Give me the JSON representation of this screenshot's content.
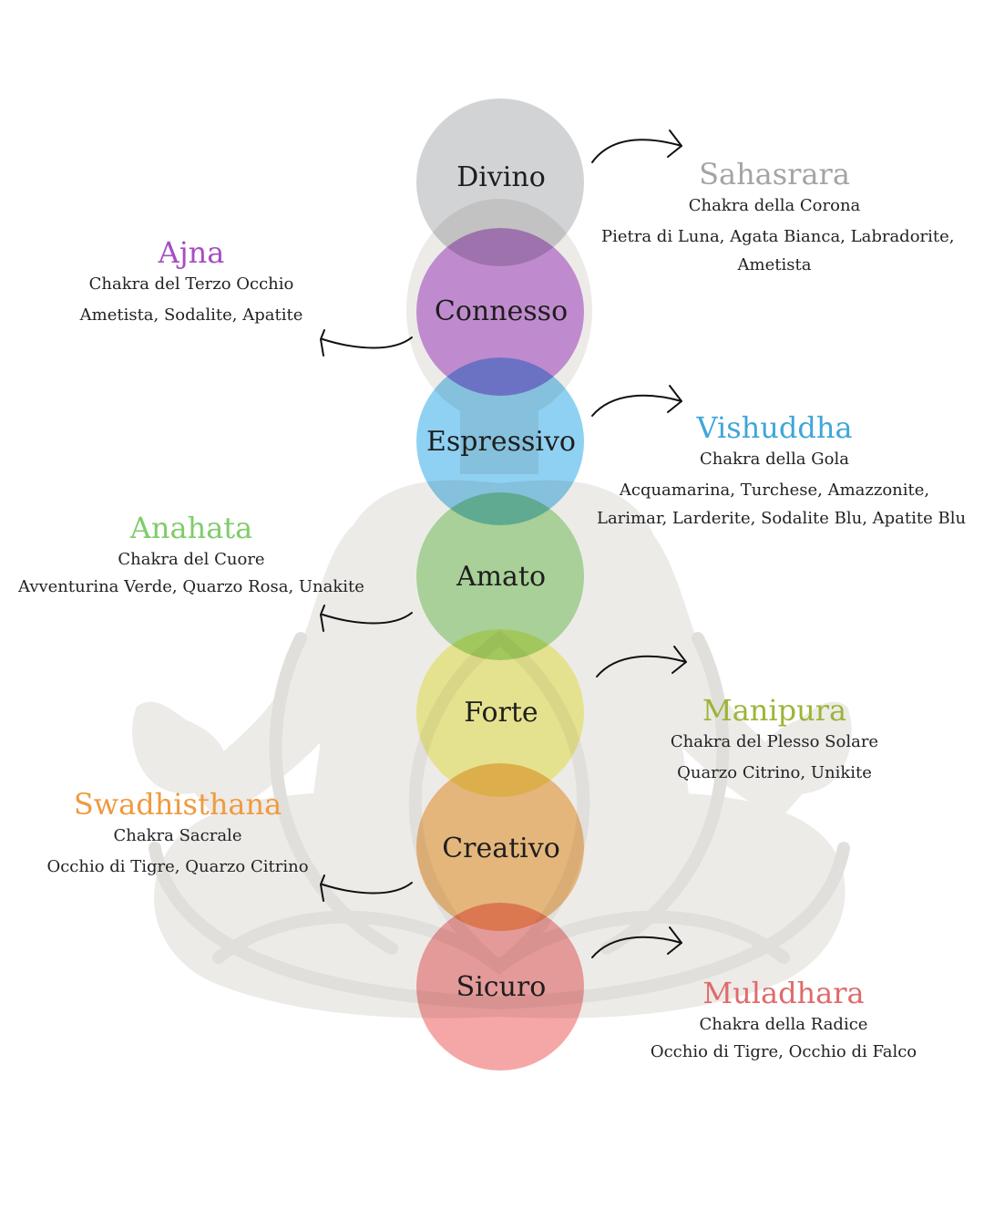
{
  "chakras": [
    {
      "label": "Divino",
      "name": "Sahasrara",
      "subtitle": "Chakra della Corona",
      "stones_line1": "Pietra di Luna, Agata Bianca, Labradorite,",
      "stones_line2": "Ametista",
      "color": "#d2d3d5",
      "title_color": "#a4a4a4"
    },
    {
      "label": "Connesso",
      "name": "Ajna",
      "subtitle": "Chakra del Terzo Occhio",
      "stones_line1": "Ametista, Sodalite, Apatite",
      "color": "#cf97e3",
      "title_color": "#a64ec0"
    },
    {
      "label": "Espressivo",
      "name": "Vishuddha",
      "subtitle": "Chakra della Gola",
      "stones_line1": "Acquamarina, Turchese, Amazzonite,",
      "stones_line2": "Larimar, Larderite, Sodalite Blu, Apatite Blu",
      "color": "#8fd1f2",
      "title_color": "#3fa6d9"
    },
    {
      "label": "Amato",
      "name": "Anahata",
      "subtitle": "Chakra del Cuore",
      "stones_line1": "Avventurina Verde, Quarzo Rosa, Unakite",
      "color": "#b5e2a7",
      "title_color": "#7fcc6b"
    },
    {
      "label": "Forte",
      "name": "Manipura",
      "subtitle": "Chakra del Plesso Solare",
      "stones_line1": "Quarzo Citrino, Unikite",
      "color": "#f6f69c",
      "title_color": "#9bb537"
    },
    {
      "label": "Creativo",
      "name": "Swadhisthana",
      "subtitle": "Chakra Sacrale",
      "stones_line1": "Occhio di Tigre, Quarzo Citrino",
      "color": "#f6c688",
      "title_color": "#f09a3e"
    },
    {
      "label": "Sicuro",
      "name": "Muladhara",
      "subtitle": "Chakra della Radice",
      "stones_line1": "Occhio di Tigre, Occhio di Falco",
      "color": "#f5a7a7",
      "title_color": "#e06a6a"
    }
  ]
}
